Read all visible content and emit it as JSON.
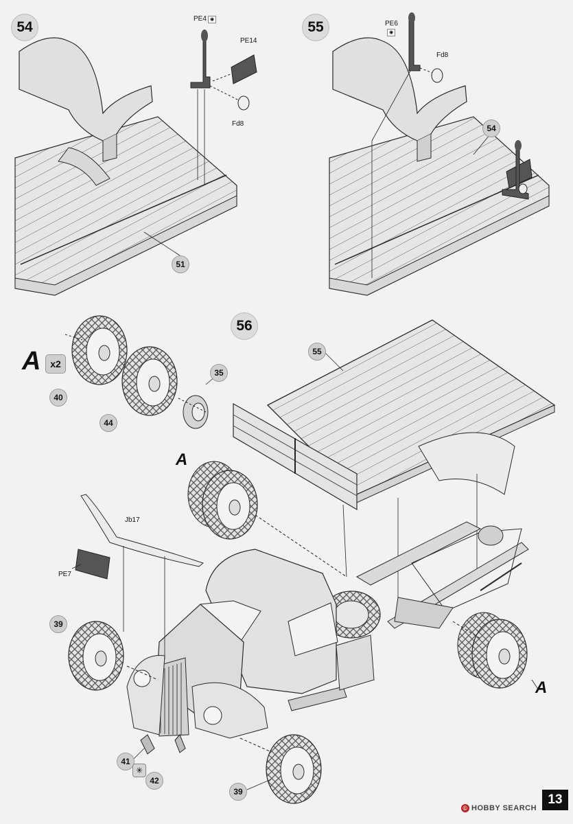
{
  "steps": {
    "step54": {
      "number": "54",
      "parts": {
        "pe4": "PE4",
        "pe14": "PE14",
        "fd8": "Fd8",
        "part51": "51"
      }
    },
    "step55": {
      "number": "55",
      "parts": {
        "pe6": "PE6",
        "fd8": "Fd8",
        "part54": "54"
      }
    },
    "step56": {
      "number": "56",
      "parts": {
        "part55": "55",
        "part35": "35",
        "part40": "40",
        "part44": "44",
        "part39a": "39",
        "part39b": "39",
        "part41": "41",
        "part42": "42",
        "jb17": "Jb17",
        "pe7": "PE7"
      }
    }
  },
  "subassembly": {
    "letter": "A",
    "multiplier": "x2"
  },
  "page_number": "13",
  "watermark": "HOBBY SEARCH",
  "colors": {
    "background": "#f2f2f2",
    "line": "#2a2a2a",
    "part_fill": "#e2e2e2",
    "badge": "#cfcfcf",
    "photo_etch": "#555555"
  }
}
